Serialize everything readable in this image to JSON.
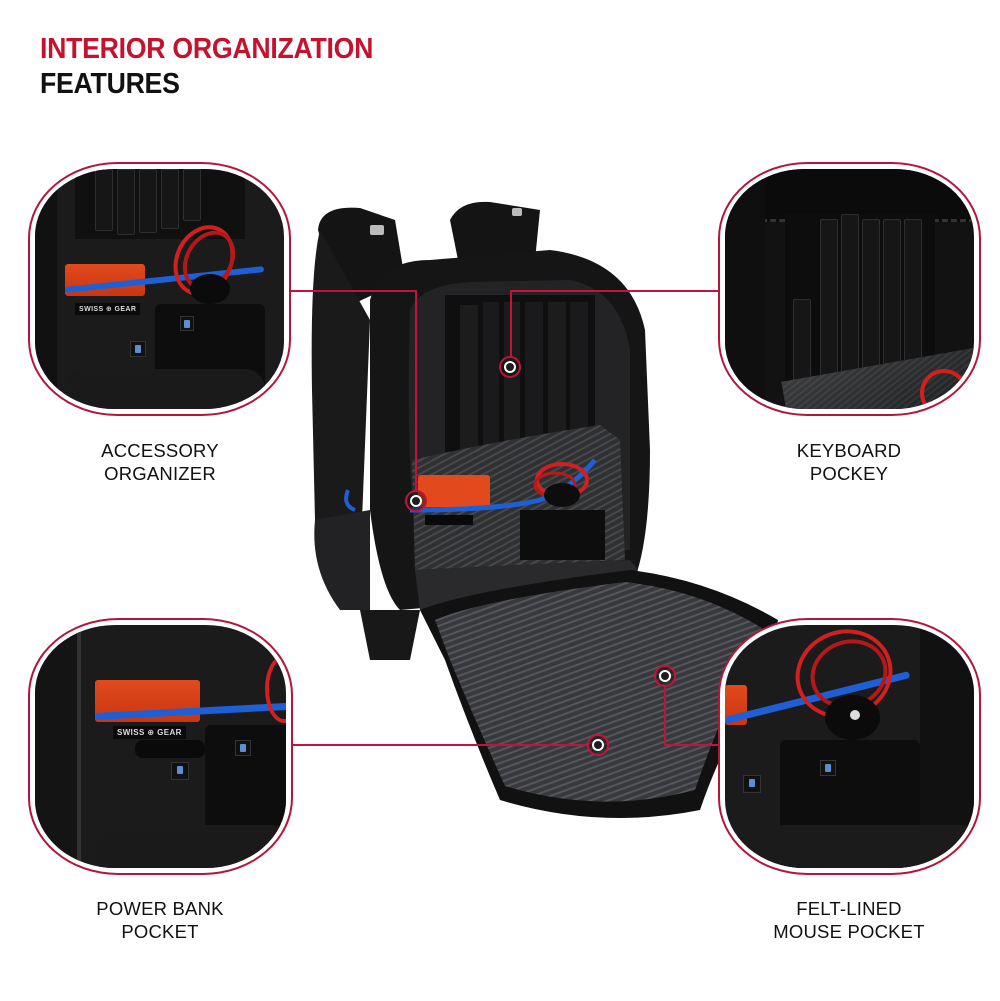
{
  "header": {
    "title_line1": "INTERIOR ORGANIZATION",
    "title_line2": "FEATURES"
  },
  "colors": {
    "accent_red": "#C4122F",
    "outline_red": "#B3163C",
    "text_black": "#111111",
    "strap_blue": "#1F5FD6",
    "book_orange": "#E24A1E"
  },
  "features": [
    {
      "id": "accessory-organizer",
      "line1": "ACCESSORY",
      "line2": "ORGANIZER",
      "position": "top-left"
    },
    {
      "id": "keyboard-pocket",
      "line1": "KEYBOARD",
      "line2": "POCKEY",
      "position": "top-right"
    },
    {
      "id": "power-bank-pocket",
      "line1": "POWER BANK",
      "line2": "POCKET",
      "position": "bottom-left"
    },
    {
      "id": "felt-lined-mouse-pocket",
      "line1": "FELT-LINED",
      "line2": "MOUSE POCKET",
      "position": "bottom-right"
    }
  ],
  "product": {
    "brand_tag": "SWISS ⊕ GEAR",
    "description": "Open black laptop backpack showing interior compartments"
  }
}
